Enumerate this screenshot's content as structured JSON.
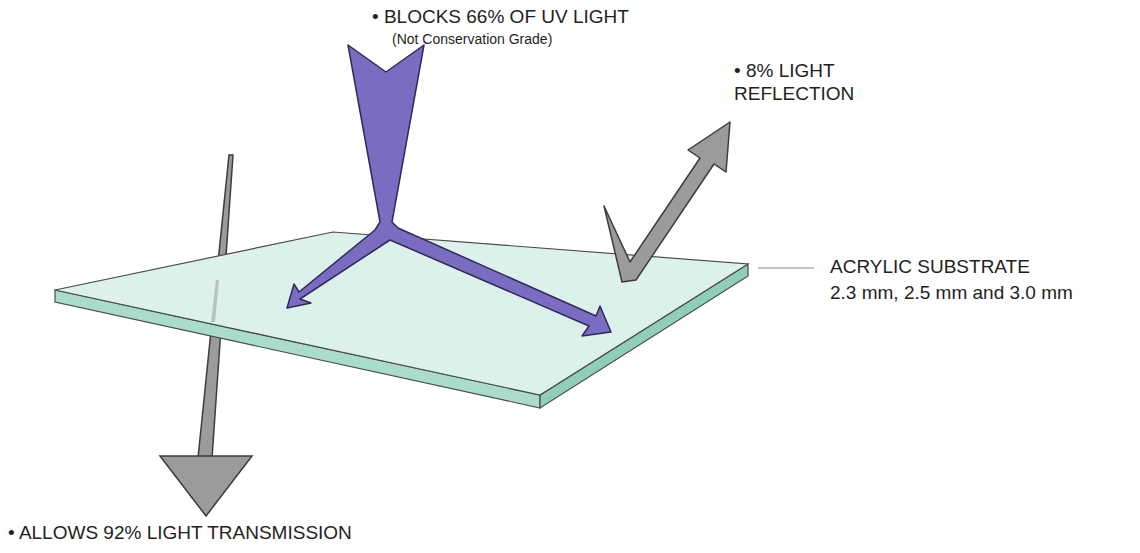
{
  "diagram": {
    "labels": [
      "• BLOCKS 66% OF UV LIGHT",
      "(Not Conservation Grade)",
      "• 8% LIGHT REFLECTION",
      "ACRYLIC SUBSTRATE",
      "2.3 mm, 2.5 mm and 3.0 mm",
      "• ALLOWS 92% LIGHT TRANSMISSION"
    ]
  }
}
